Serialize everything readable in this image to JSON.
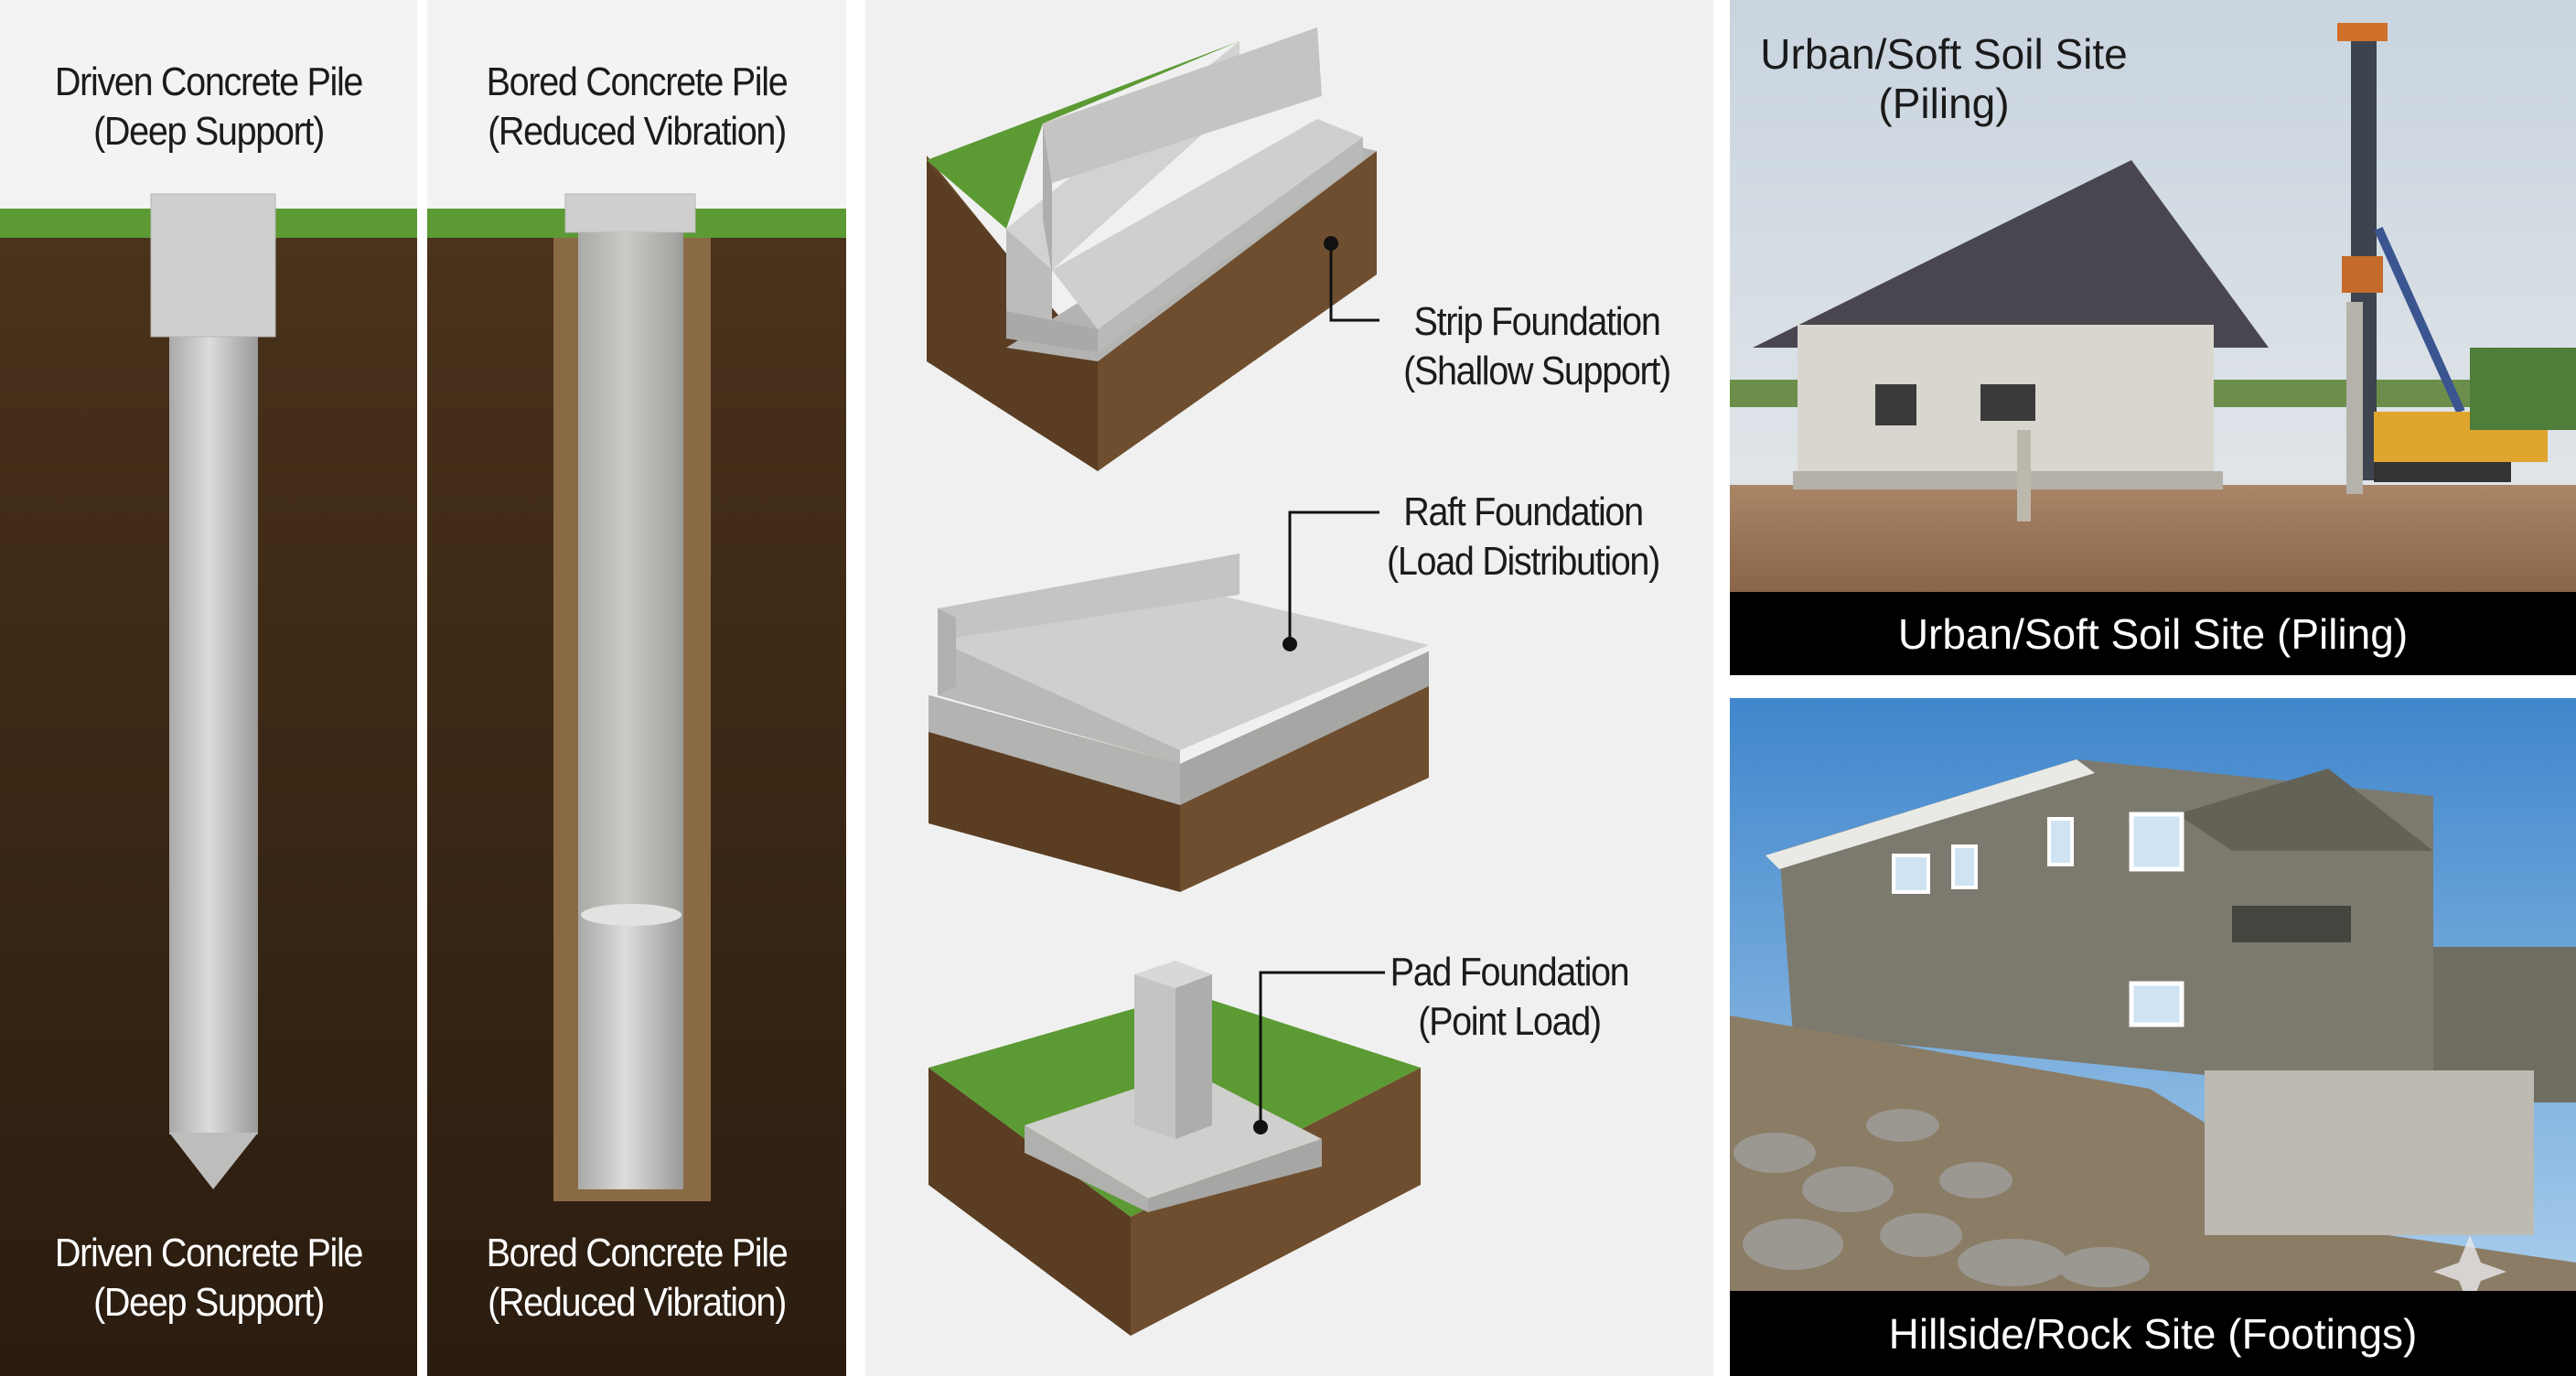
{
  "panels": {
    "driven_pile": {
      "title": "Driven Concrete Pile",
      "subtitle": "(Deep Support)",
      "caption_title": "Driven Concrete Pile",
      "caption_subtitle": "(Deep Support)"
    },
    "bored_pile": {
      "title": "Bored Concrete Pile",
      "subtitle": "(Reduced Vibration)",
      "caption_title": "Bored Concrete Pile",
      "caption_subtitle": "(Reduced Vibration)"
    },
    "shallow": {
      "strip": {
        "title": "Strip Foundation",
        "subtitle": "(Shallow Support)"
      },
      "raft": {
        "title": "Raft Foundation",
        "subtitle": "(Load Distribution)"
      },
      "pad": {
        "title": "Pad Foundation",
        "subtitle": "(Point Load)"
      }
    },
    "photos": {
      "urban": {
        "title": "Urban/Soft Soil Site",
        "subtitle": "(Piling)",
        "caption": "Urban/Soft Soil Site (Piling)"
      },
      "hillside": {
        "caption": "Hillside/Rock Site (Footings)"
      }
    }
  },
  "colors": {
    "soil": "#3f2a17",
    "grass": "#5c9a34",
    "concrete": "#c9c9c7",
    "caption_bar": "#000000",
    "panel_bg": "#f2f2f2"
  }
}
